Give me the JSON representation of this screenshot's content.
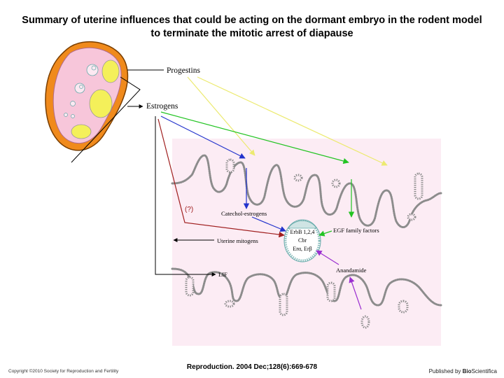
{
  "slide": {
    "title_line1": "Summary of uterine influences that could be acting on the dormant embryo in the rodent model",
    "title_line2": "to terminate the mitotic arrest of diapause"
  },
  "diagram": {
    "labels": {
      "progestins": "Progestins",
      "estrogens": "Estrogens",
      "uncertain": "(?)",
      "catechol_estrogens": "Catechol-estrogens",
      "egf_family_factors": "EGF family factors",
      "uterine_mitogens": "Uterine mitogens",
      "lif": "LIF",
      "anandamide": "Anandamide"
    },
    "embryo_text": {
      "line1": "ErbB 1,2,4",
      "line2": "Cbr",
      "line3": "Erα, Erβ"
    },
    "arrow_colors": {
      "progestins": "#f4f08a",
      "estrogen_egf": "#22c422",
      "estrogen_catechol": "#2233cc",
      "estrogen_direct": "#a01f1f",
      "anandamide": "#9b2fd0",
      "black": "#000000"
    },
    "tissue_colors": {
      "uterus_background": "#fcecf4",
      "ovary_outer": "#f08a1c",
      "ovary_inner": "#f7c6da",
      "corpus_luteum": "#f4f05a",
      "gland_outline": "#8c8c8c"
    }
  },
  "footer": {
    "copyright": "Copyright ©2010 Society for Reproduction and Fertility",
    "citation": "Reproduction. 2004 Dec;128(6):669-678",
    "publisher_prefix": "Published by",
    "publisher_bold": "Bio",
    "publisher_suffix": "Scientifica"
  }
}
